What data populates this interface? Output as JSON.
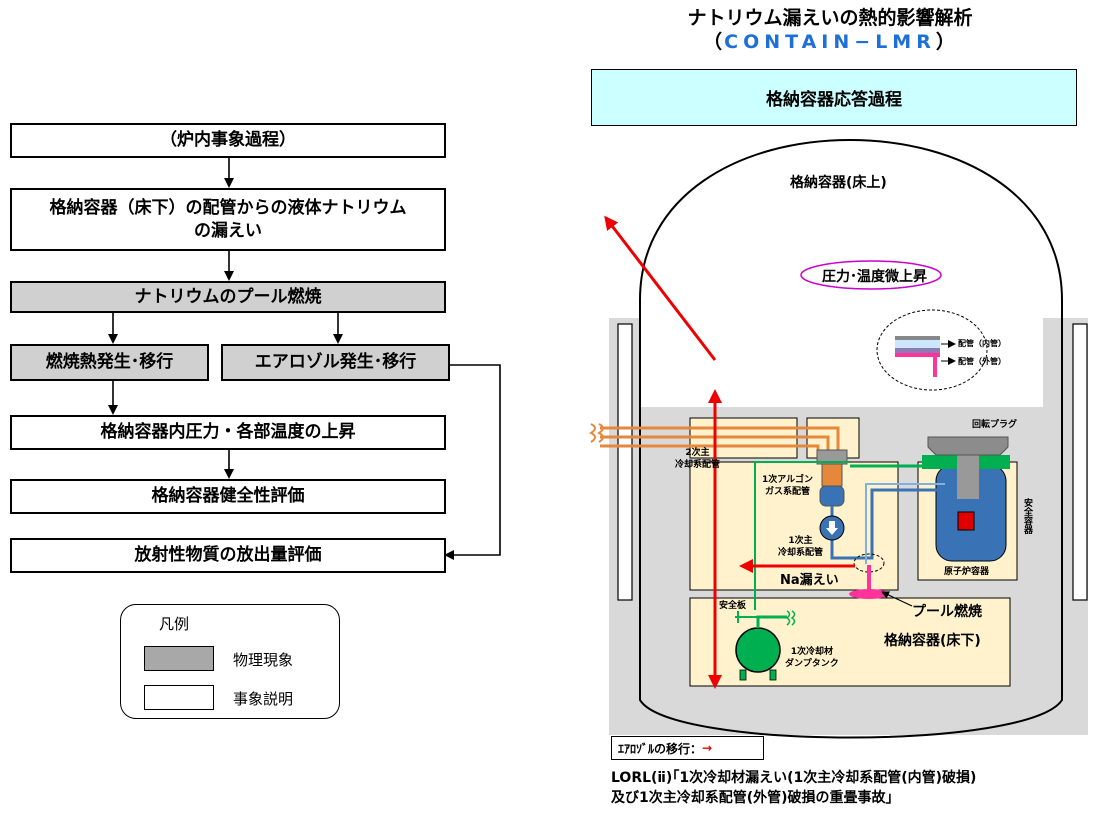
{
  "flowchart": {
    "steps": [
      "（炉内事象過程）",
      "格納容器（床下）の配管からの液体ナトリウム\nの漏えい",
      "ナトリウムのプール燃焼",
      "燃焼熱発生･移行",
      "エアロゾル発生･移行",
      "格納容器内圧力・各部温度の上昇",
      "格納容器健全性評価",
      "放射性物質の放出量評価"
    ]
  },
  "legend": {
    "title": "凡例",
    "physical": "物理現象",
    "event": "事象説明"
  },
  "diagram": {
    "title_line1": "ナトリウム漏えいの熱的影響解析",
    "title_paren_open": "（",
    "title_code": "CONTAIN−LMR",
    "title_paren_close": "）",
    "header": "格納容器応答過程",
    "upper_label": "格納容器(床上)",
    "pressure_label": "圧力･温度微上昇",
    "pipe_inner": "配管（内管）",
    "pipe_outer": "配管（外管）",
    "rotating_plug": "回転プラグ",
    "secondary_piping": "2次主\n冷却系配管",
    "argon_piping": "1次アルゴン\nガス系配管",
    "primary_piping": "1次主\n冷却系配管",
    "na_leak": "Na漏えい",
    "reactor_vessel": "原子炉容器",
    "guard_vessel": "安全容器",
    "pool_fire": "プール燃焼",
    "lower_label": "格納容器(床下)",
    "relief_plate": "安全板",
    "dump_tank": "1次冷却材\nダンプタンク",
    "aerosol_legend": "ｴｱﾛｿﾞﾙの移行：",
    "aerosol_arrow": "→",
    "aerosol_color": "#ff0000",
    "caption_line1": "LORL(ⅱ)｢1次冷却材漏えい(1次主冷却系配管(内管)破損)",
    "caption_line2": "及び1次主冷却系配管(外管)破損の重畳事故｣"
  }
}
